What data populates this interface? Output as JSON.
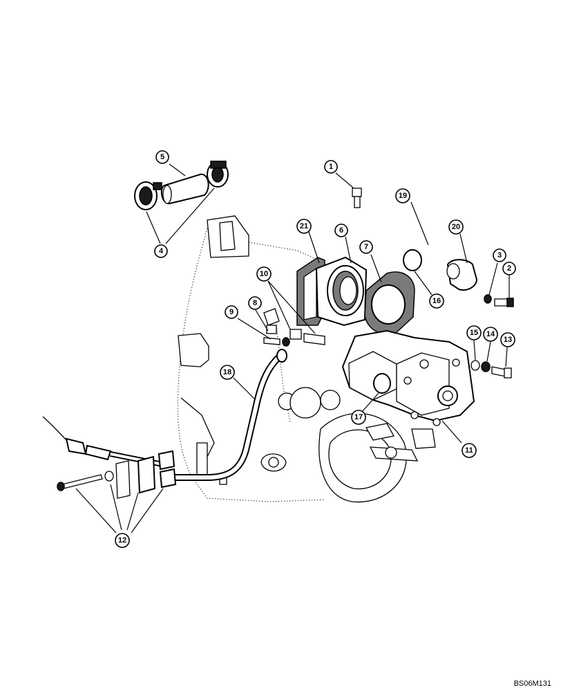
{
  "drawing_code": "BS06M131",
  "callouts": [
    {
      "label": "1"
    },
    {
      "label": "2"
    },
    {
      "label": "3"
    },
    {
      "label": "4"
    },
    {
      "label": "5"
    },
    {
      "label": "6"
    },
    {
      "label": "7"
    },
    {
      "label": "8"
    },
    {
      "label": "9"
    },
    {
      "label": "10"
    },
    {
      "label": "11"
    },
    {
      "label": "12"
    },
    {
      "label": "13"
    },
    {
      "label": "14"
    },
    {
      "label": "15"
    },
    {
      "label": "16"
    },
    {
      "label": "17"
    },
    {
      "label": "18"
    },
    {
      "label": "19"
    },
    {
      "label": "20"
    },
    {
      "label": "21"
    }
  ]
}
